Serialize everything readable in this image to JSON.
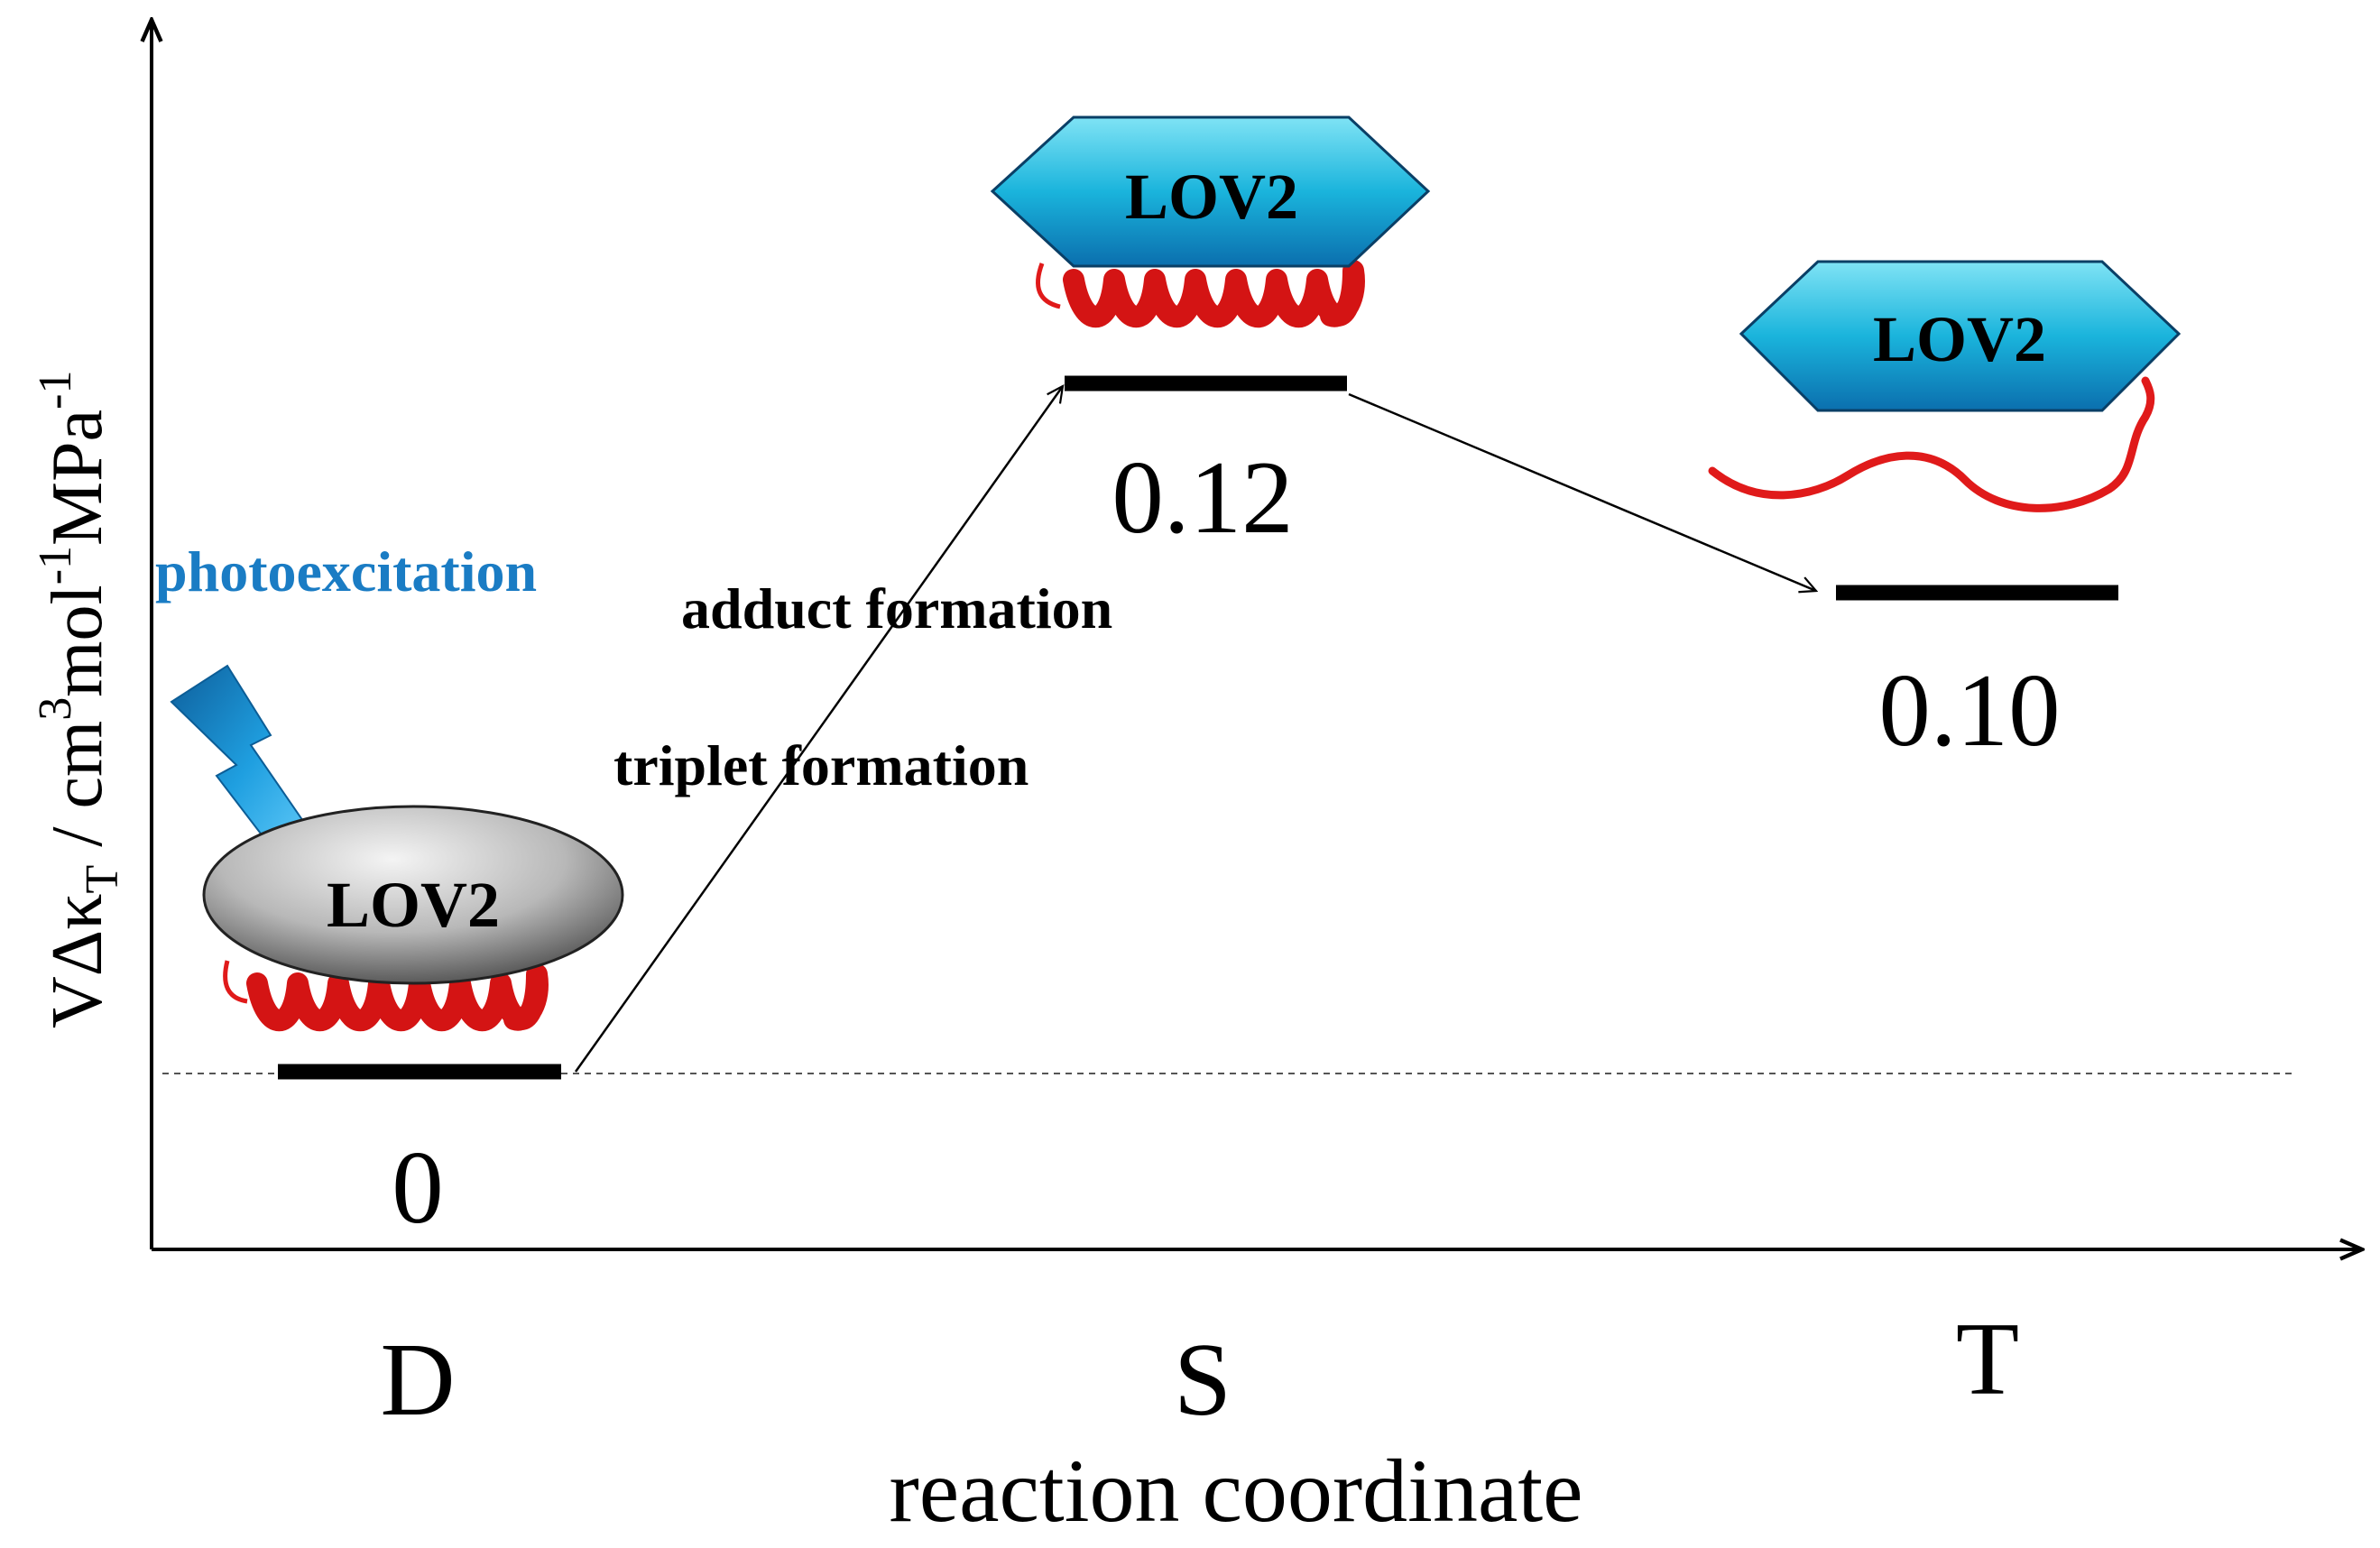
{
  "axes": {
    "y_label_main": "VΔκ",
    "y_label_sub": "T",
    "y_label_unit_1": " / cm",
    "y_label_sup_1": "3",
    "y_label_unit_2": "mol",
    "y_label_sup_2": "-1",
    "y_label_unit_3": "MPa",
    "y_label_sup_3": "-1",
    "x_label": "reaction coordinate"
  },
  "states": [
    {
      "id": "D",
      "label": "D",
      "value": "0",
      "protein_label": "LOV2",
      "shape": "ellipse",
      "linker": "helix"
    },
    {
      "id": "S",
      "label": "S",
      "value": "0.12",
      "protein_label": "LOV2",
      "shape": "hexagon",
      "linker": "helix"
    },
    {
      "id": "T",
      "label": "T",
      "value": "0.10",
      "protein_label": "LOV2",
      "shape": "hexagon",
      "linker": "unfolded-coil"
    }
  ],
  "annotations": {
    "photoexcitation": "photoexcitation",
    "adduct_formation": "adduct formation",
    "triplet_formation": "triplet formation"
  },
  "colors": {
    "photoexcitation_text": "#1a7cc4",
    "lightning": "#1aa0e0",
    "hexagon_fill": "#1ab0d8",
    "ellipse_fill": "#a0a0a0",
    "helix": "#e01a1a",
    "level_bar": "#000000"
  },
  "icons": {
    "photoexcitation": "lightning-bolt-icon"
  }
}
